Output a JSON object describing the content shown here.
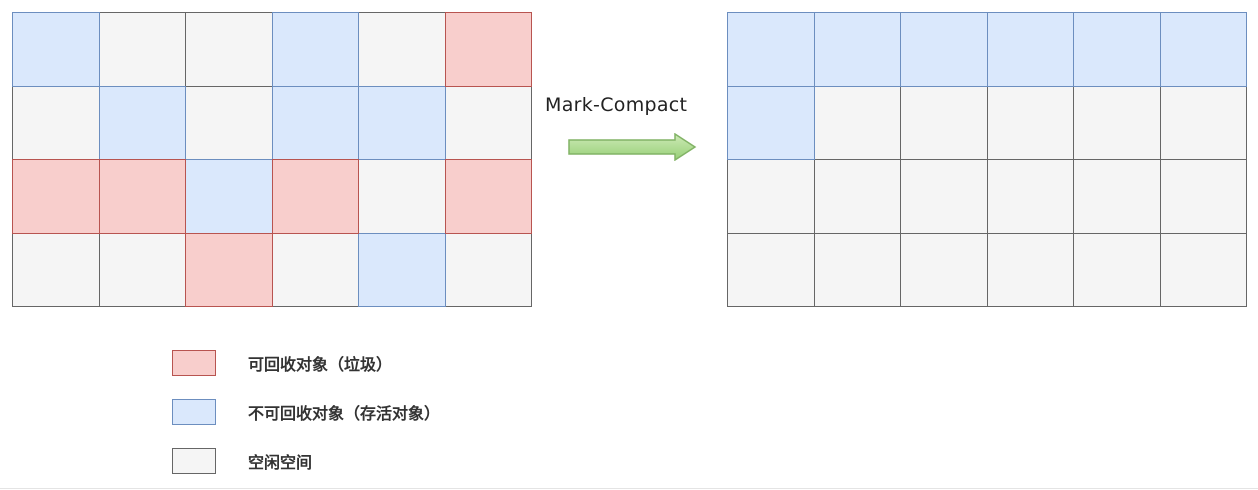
{
  "before": {
    "rows": [
      [
        "live",
        "free",
        "free",
        "live",
        "free",
        "garbage"
      ],
      [
        "free",
        "live",
        "free",
        "live",
        "live",
        "free"
      ],
      [
        "garbage",
        "garbage",
        "live",
        "garbage",
        "free",
        "garbage"
      ],
      [
        "free",
        "free",
        "garbage",
        "free",
        "live",
        "free"
      ]
    ]
  },
  "after": {
    "rows": [
      [
        "live",
        "live",
        "live",
        "live",
        "live",
        "live"
      ],
      [
        "live",
        "free",
        "free",
        "free",
        "free",
        "free"
      ],
      [
        "free",
        "free",
        "free",
        "free",
        "free",
        "free"
      ],
      [
        "free",
        "free",
        "free",
        "free",
        "free",
        "free"
      ]
    ]
  },
  "arrow": {
    "label": "Mark-Compact",
    "fill_color": "#d5e8d4",
    "stroke_color": "#82b366",
    "fill_gradient_end": "#97d077"
  },
  "colors": {
    "garbage_fill": "#f8cecc",
    "garbage_stroke": "#b85450",
    "live_fill": "#dae8fc",
    "live_stroke": "#6c8ebf",
    "free_fill": "#f5f5f5",
    "free_stroke": "#666666"
  },
  "legend": [
    {
      "type": "garbage",
      "label": "可回收对象（垃圾）"
    },
    {
      "type": "live",
      "label": "不可回收对象（存活对象）"
    },
    {
      "type": "free",
      "label": "空闲空间"
    }
  ]
}
